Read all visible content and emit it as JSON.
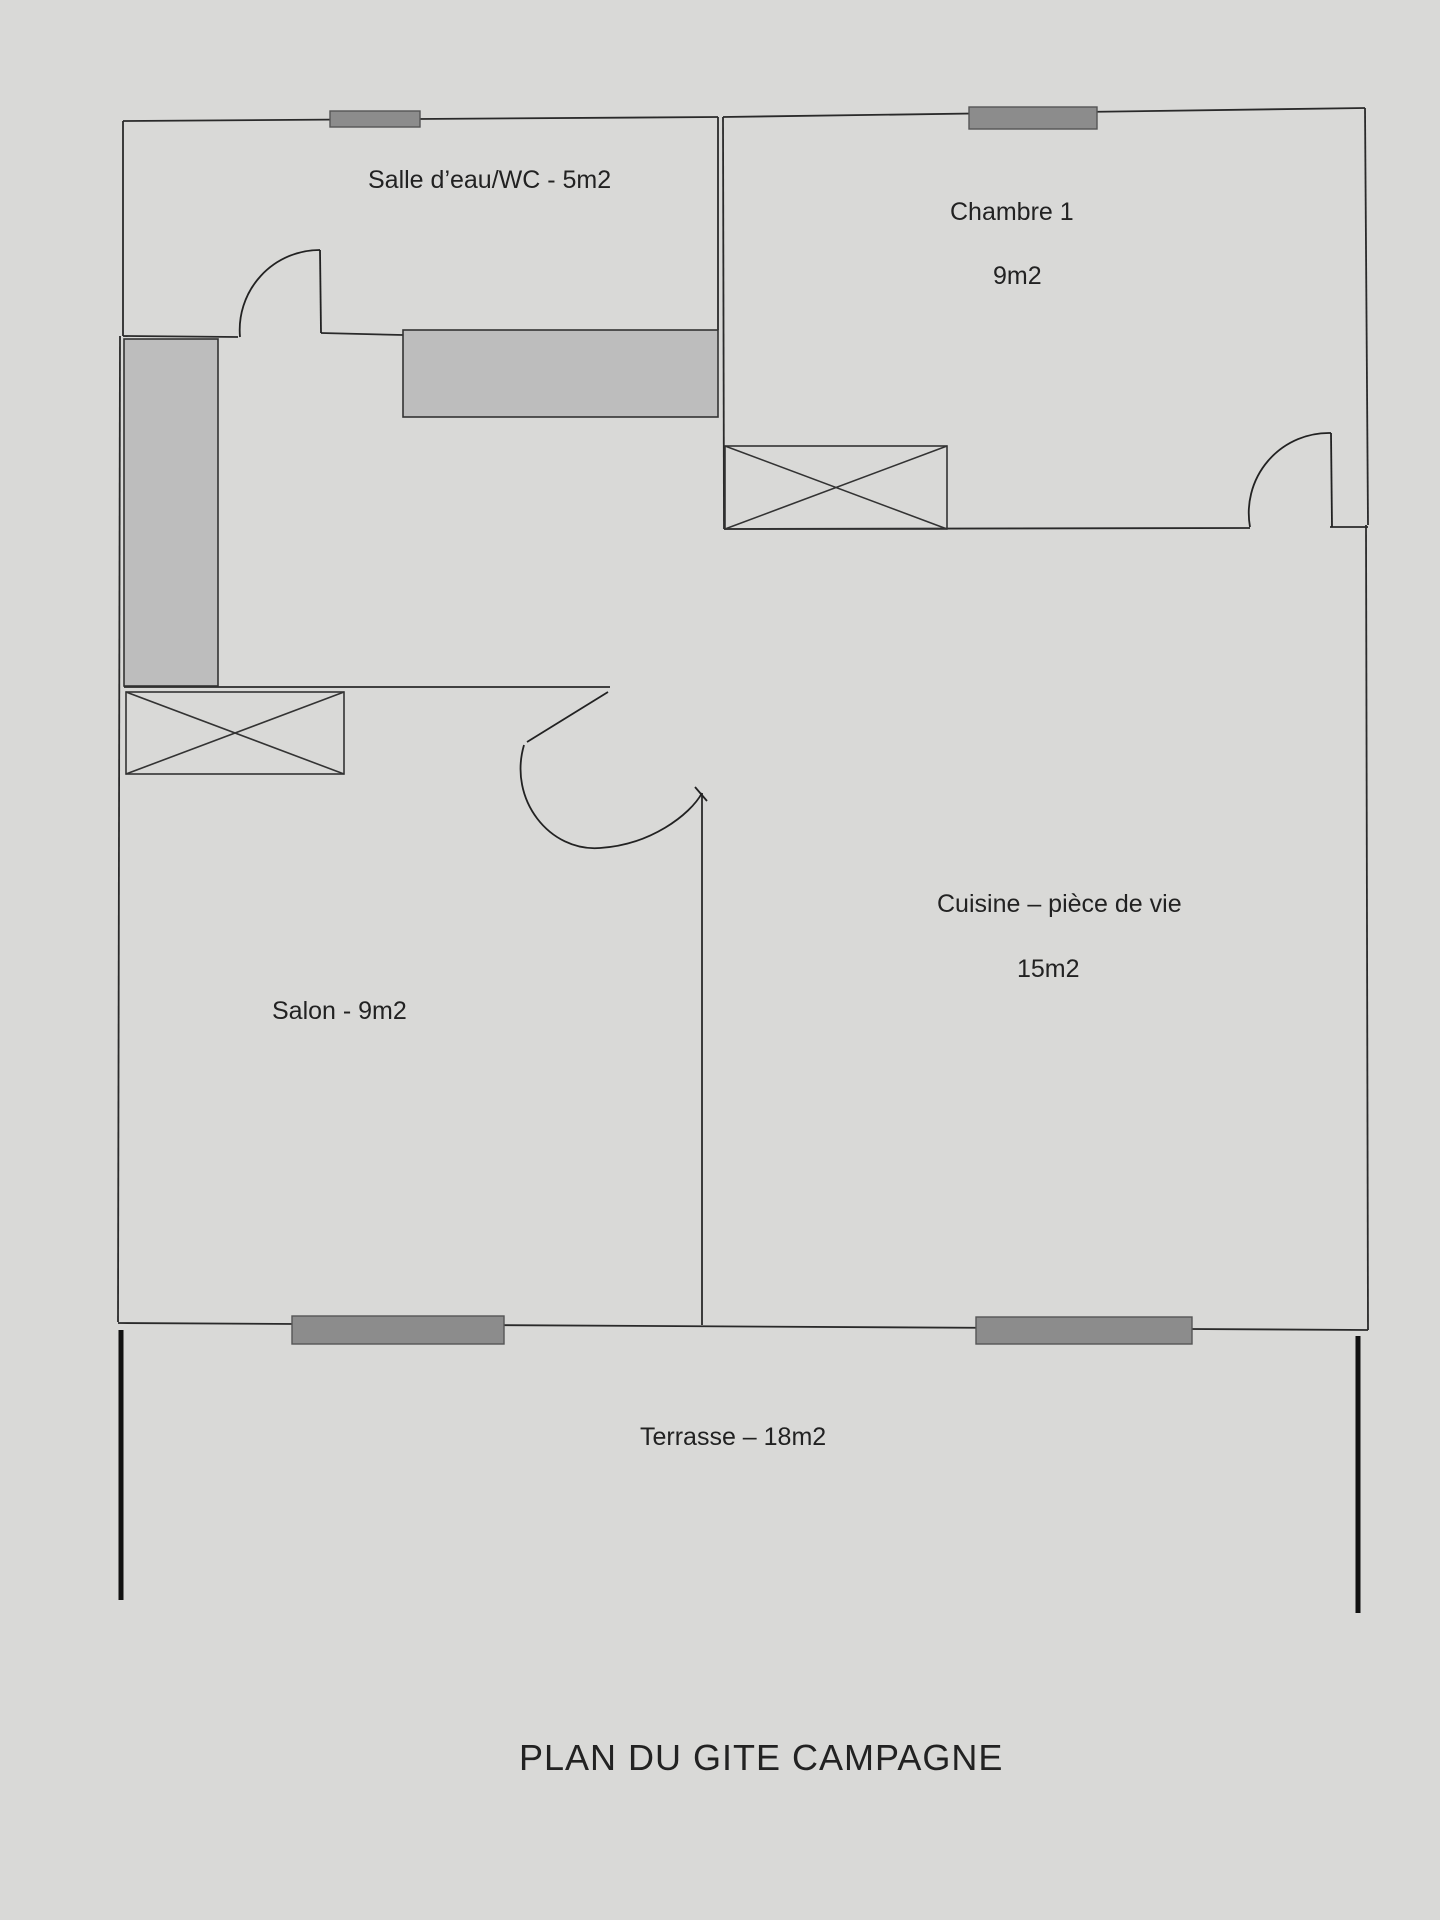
{
  "title": "PLAN DU GITE CAMPAGNE",
  "rooms": {
    "salle_eau": "Salle d’eau/WC - 5m2",
    "chambre_name": "Chambre 1",
    "chambre_area": "9m2",
    "cuisine_name": "Cuisine – pièce de vie",
    "cuisine_area": "15m2",
    "salon": "Salon - 9m2",
    "terrasse": "Terrasse – 18m2"
  },
  "colors": {
    "paper": "#d9d9d7",
    "wall": "#2a2a2a",
    "cabinet_fill": "#bdbdbd",
    "window_fill": "#8c8c8c"
  }
}
